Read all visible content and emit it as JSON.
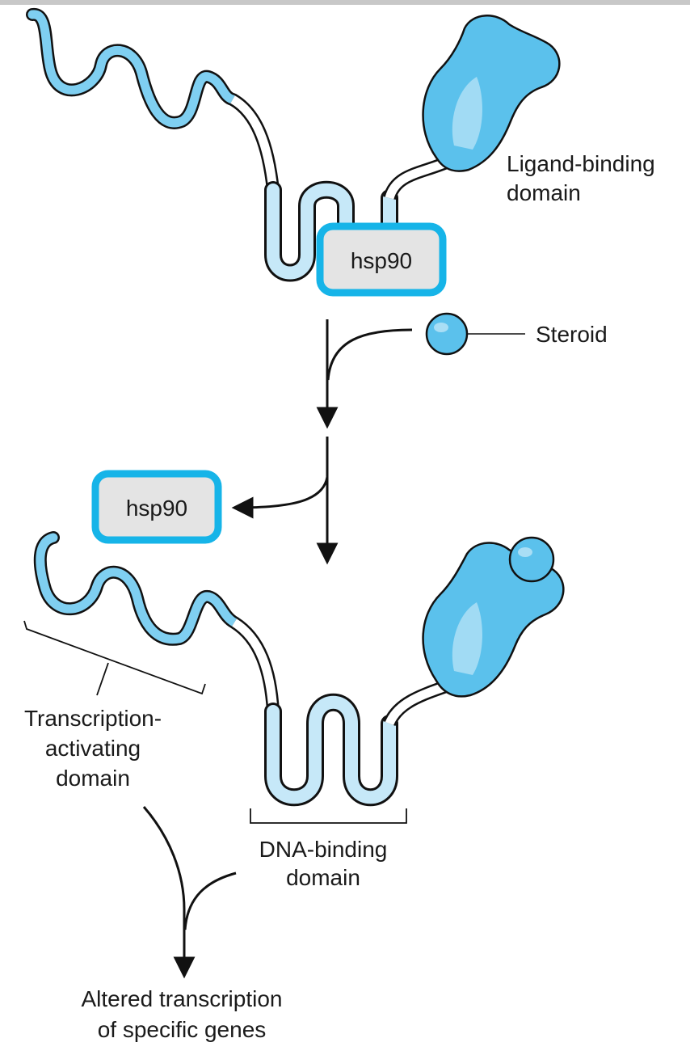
{
  "labels": {
    "ligand_binding_line1": "Ligand-binding",
    "ligand_binding_line2": "domain",
    "hsp90_bound": "hsp90",
    "steroid": "Steroid",
    "hsp90_released": "hsp90",
    "transcription_line1": "Transcription-",
    "transcription_line2": "activating",
    "transcription_line3": "domain",
    "dna_binding_line1": "DNA-binding",
    "dna_binding_line2": "domain",
    "outcome_line1": "Altered transcription",
    "outcome_line2": "of specific genes"
  },
  "colors": {
    "domain_fill": "#5bc1ec",
    "domain_highlight": "#a9def5",
    "chain_light": "#c6e8f8",
    "hsp90_border": "#16b4e8",
    "hsp90_fill": "#e4e4e4",
    "line": "#111111"
  }
}
